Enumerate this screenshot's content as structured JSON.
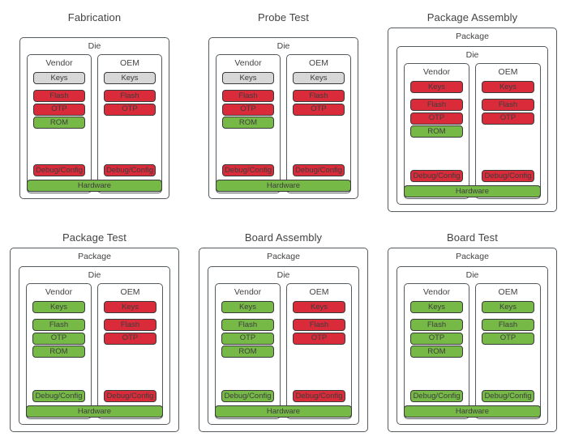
{
  "diagram": {
    "container_labels": {
      "package": "Package",
      "die": "Die"
    },
    "column_labels": {
      "vendor": "Vendor",
      "oem": "OEM"
    },
    "hardware_label": "Hardware",
    "item_labels": {
      "keys": "Keys",
      "flash": "Flash",
      "otp": "OTP",
      "rom": "ROM",
      "debug": "Debug/Config"
    },
    "colors": {
      "gray": "#d7d7d7",
      "red": "#d92b3a",
      "green": "#76b947",
      "outline": "#555a5e",
      "chip_outline": "#3a3a3a",
      "text": "#434343"
    },
    "panels": [
      {
        "title": "Fabrication",
        "has_package": false,
        "vendor": {
          "keys": "gray",
          "flash": "red",
          "otp": "red",
          "rom": "green",
          "debug": "red"
        },
        "oem": {
          "keys": "gray",
          "flash": "red",
          "otp": "red",
          "rom": null,
          "debug": "red"
        },
        "hardware": "green"
      },
      {
        "title": "Probe Test",
        "has_package": false,
        "vendor": {
          "keys": "gray",
          "flash": "red",
          "otp": "red",
          "rom": "green",
          "debug": "red"
        },
        "oem": {
          "keys": "gray",
          "flash": "red",
          "otp": "red",
          "rom": null,
          "debug": "red"
        },
        "hardware": "green"
      },
      {
        "title": "Package Assembly",
        "has_package": true,
        "vendor": {
          "keys": "red",
          "flash": "red",
          "otp": "red",
          "rom": "green",
          "debug": "red"
        },
        "oem": {
          "keys": "red",
          "flash": "red",
          "otp": "red",
          "rom": null,
          "debug": "red"
        },
        "hardware": "green"
      },
      {
        "title": "Package Test",
        "has_package": true,
        "vendor": {
          "keys": "green",
          "flash": "green",
          "otp": "green",
          "rom": "green",
          "debug": "green"
        },
        "oem": {
          "keys": "red",
          "flash": "red",
          "otp": "red",
          "rom": null,
          "debug": "red"
        },
        "hardware": "green"
      },
      {
        "title": "Board Assembly",
        "has_package": true,
        "vendor": {
          "keys": "green",
          "flash": "green",
          "otp": "green",
          "rom": "green",
          "debug": "green"
        },
        "oem": {
          "keys": "red",
          "flash": "red",
          "otp": "red",
          "rom": null,
          "debug": "red"
        },
        "hardware": "green"
      },
      {
        "title": "Board Test",
        "has_package": true,
        "vendor": {
          "keys": "green",
          "flash": "green",
          "otp": "green",
          "rom": "green",
          "debug": "green"
        },
        "oem": {
          "keys": "green",
          "flash": "green",
          "otp": "green",
          "rom": null,
          "debug": "green"
        },
        "hardware": "green"
      }
    ]
  }
}
